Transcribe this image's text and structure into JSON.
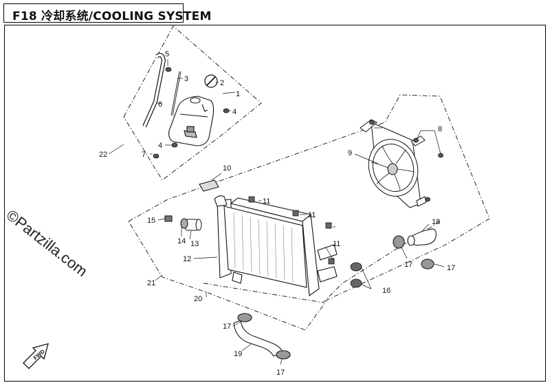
{
  "header": {
    "code": "F18",
    "title": "冷却系统/COOLING SYSTEM"
  },
  "watermark": "©Partzilla.com",
  "fwd_label": "FWD",
  "callouts": {
    "c1": "1",
    "c2": "2",
    "c3": "3",
    "c4a": "4",
    "c4b": "4",
    "c5": "5",
    "c6": "6",
    "c7": "7",
    "c8": "8",
    "c9": "9",
    "c10": "10",
    "c11a": "11",
    "c11b": "11",
    "c11c": "11",
    "c12": "12",
    "c13": "13",
    "c14": "14",
    "c15": "15",
    "c16": "16",
    "c17a": "17",
    "c17b": "17",
    "c17c": "17",
    "c17d": "17",
    "c18": "18",
    "c19": "19",
    "c20": "20",
    "c21": "21",
    "c22": "22"
  },
  "colors": {
    "ink": "#111111",
    "paper": "#ffffff",
    "shade": "#cfcfcf",
    "dark": "#4a4a4a"
  }
}
